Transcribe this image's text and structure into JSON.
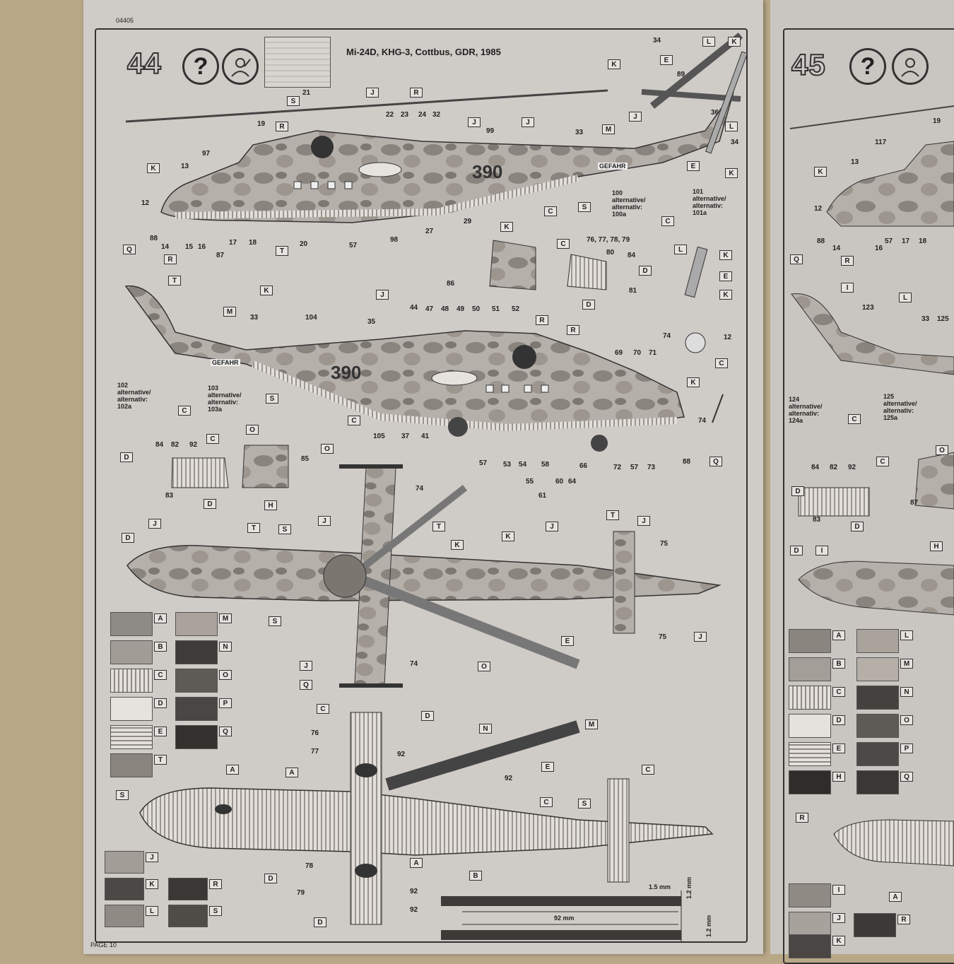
{
  "header": {
    "code": "04405",
    "footer": "PAGE 10"
  },
  "step44": {
    "number": "44",
    "help_symbol": "?",
    "title": "Mi-24D, KHG-3, Cottbus, GDR, 1985",
    "side_number": "390",
    "tail_text": "GEFAHR",
    "notes": {
      "n100": "100\nalternative/\nalternativ:\n100a",
      "n101": "101\nalternative/\nalternativ:\n101a",
      "n102": "102\nalternative/\nalternativ:\n102a",
      "n103": "103\nalternative/\nalternativ:\n103a"
    },
    "callout_numbers": [
      "21",
      "22",
      "23",
      "24",
      "32",
      "19",
      "97",
      "13",
      "12",
      "14",
      "15",
      "16",
      "17",
      "18",
      "20",
      "57",
      "98",
      "27",
      "29",
      "88",
      "99",
      "33",
      "34",
      "89",
      "36",
      "76, 77, 78, 79",
      "80",
      "84",
      "81",
      "86",
      "104",
      "35",
      "44",
      "47",
      "48",
      "49",
      "50",
      "51",
      "52",
      "74",
      "105",
      "37",
      "41",
      "53",
      "54",
      "55",
      "58",
      "60",
      "61",
      "64",
      "66",
      "69",
      "70",
      "71",
      "72",
      "73",
      "82",
      "92",
      "83",
      "85",
      "75",
      "77",
      "78",
      "79"
    ],
    "dimensions": {
      "width": "1.5 mm",
      "length": "92 mm",
      "height1": "1.2 mm",
      "height2": "1.2 mm"
    },
    "swatches_upper": [
      {
        "label": "A",
        "color": "#8e8a85"
      },
      {
        "label": "M",
        "color": "#a9a39c"
      },
      {
        "label": "B",
        "color": "#a19c96"
      },
      {
        "label": "N",
        "color": "#3e3b38"
      },
      {
        "label": "C",
        "color": "#d7d2cc"
      },
      {
        "label": "O",
        "color": "#5e5a56"
      },
      {
        "label": "D",
        "color": "#e6e2dd"
      },
      {
        "label": "P",
        "color": "#4a4643"
      },
      {
        "label": "E",
        "color": "#cfc9c3"
      },
      {
        "label": "Q",
        "color": "#33302e"
      },
      {
        "label": "T",
        "color": "#8a847e"
      }
    ],
    "swatches_lower": [
      {
        "label": "J",
        "color": "#a29d97"
      },
      {
        "label": "K",
        "color": "#4c4845"
      },
      {
        "label": "R",
        "color": "#3a3735"
      },
      {
        "label": "L",
        "color": "#8f8a84"
      },
      {
        "label": "S",
        "color": "#4f4b47"
      }
    ]
  },
  "step45": {
    "number": "45",
    "help_symbol": "?",
    "notes": {
      "n124": "124\nalternative/\nalternativ:\n124a",
      "n125": "125\nalternative/\nalternativ:\n125a"
    },
    "callout_numbers": [
      "19",
      "117",
      "13",
      "12",
      "14",
      "16",
      "57",
      "17",
      "18",
      "88",
      "123",
      "33",
      "125",
      "84",
      "82",
      "92",
      "83",
      "87"
    ],
    "swatches": [
      {
        "label": "A",
        "color": "#8a857f"
      },
      {
        "label": "L",
        "color": "#a9a39c"
      },
      {
        "label": "B",
        "color": "#a39e98"
      },
      {
        "label": "M",
        "color": "#b5afa8"
      },
      {
        "label": "C",
        "color": "#d6d1cb"
      },
      {
        "label": "N",
        "color": "#45413e"
      },
      {
        "label": "D",
        "color": "#e5e1dc"
      },
      {
        "label": "O",
        "color": "#5e5a56"
      },
      {
        "label": "E",
        "color": "#cdc8c2"
      },
      {
        "label": "P",
        "color": "#4d4946"
      },
      {
        "label": "H",
        "color": "#2f2c2a"
      },
      {
        "label": "Q",
        "color": "#3a3735"
      },
      {
        "label": "I",
        "color": "#8f8a84"
      },
      {
        "label": "J",
        "color": "#a7a29c"
      },
      {
        "label": "R",
        "color": "#3c3936"
      },
      {
        "label": "K",
        "color": "#4a4643"
      }
    ]
  }
}
